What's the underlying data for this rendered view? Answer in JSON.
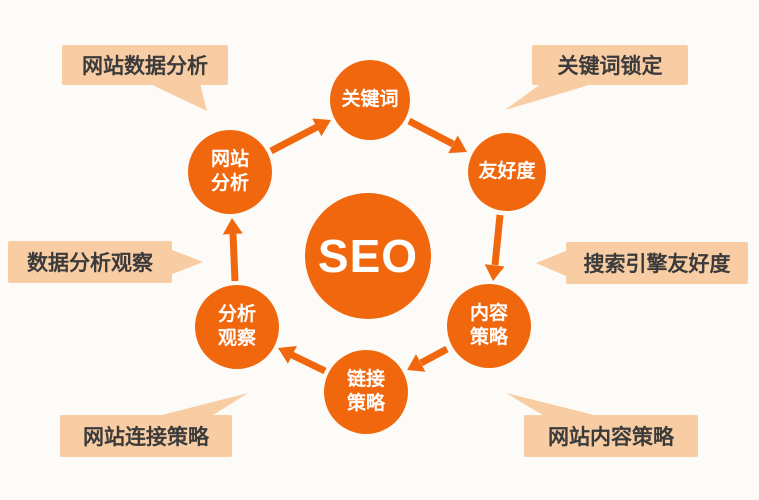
{
  "diagram": {
    "center": {
      "label": "SEO"
    },
    "nodes": {
      "keyword": {
        "line1": "关键词"
      },
      "friendliness": {
        "line1": "友好度"
      },
      "content_strategy": {
        "line1": "内容",
        "line2": "策略"
      },
      "link_strategy": {
        "line1": "链接",
        "line2": "策略"
      },
      "analysis_observation": {
        "line1": "分析",
        "line2": "观察"
      },
      "site_analysis": {
        "line1": "网站",
        "line2": "分析"
      }
    },
    "callouts": {
      "site_data_analysis": {
        "label": "网站数据分析"
      },
      "keyword_lock": {
        "label": "关键词锁定"
      },
      "data_analysis_observation": {
        "label": "数据分析观察"
      },
      "search_engine_friendliness": {
        "label": "搜索引擎友好度"
      },
      "site_link_strategy": {
        "label": "网站连接策略"
      },
      "site_content_strategy": {
        "label": "网站内容策略"
      }
    },
    "flow": [
      {
        "from": "site_analysis",
        "to": "keyword"
      },
      {
        "from": "keyword",
        "to": "friendliness"
      },
      {
        "from": "friendliness",
        "to": "content_strategy"
      },
      {
        "from": "content_strategy",
        "to": "link_strategy"
      },
      {
        "from": "link_strategy",
        "to": "analysis_observation"
      },
      {
        "from": "analysis_observation",
        "to": "site_analysis"
      }
    ],
    "colors": {
      "primary": "#f1670e",
      "callout_bg": "#f8cda4",
      "callout_text": "#3b3b3b",
      "node_text": "#ffffff",
      "background": "#fdfbf7"
    }
  }
}
